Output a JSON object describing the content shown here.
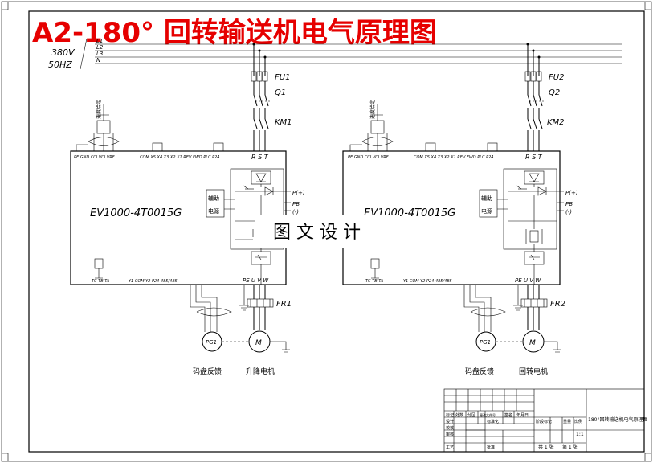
{
  "title": "A2-180° 回转输送机电气原理图",
  "supply": {
    "voltage": "380V",
    "frequency": "50HZ",
    "lines": [
      "L1",
      "L2",
      "L3",
      "N"
    ]
  },
  "watermark": "图 文 设 计",
  "left": {
    "fuse": "FU1",
    "breaker": "Q1",
    "contactor": "KM1",
    "inverter_model": "EV1000-4T0015G",
    "aux_power": [
      "辅助",
      "电源"
    ],
    "input_terminals": "R S T",
    "output_terminals": "PE U V W",
    "dc_terminals": [
      "P(+)",
      "PB",
      "(-)"
    ],
    "top_terminals": "COM X5 X4 X3 X2 X1 REV FWD PLC P24",
    "analog_terminals": "PE GND CCI VCI VRF",
    "pot_label": "速度给定",
    "relay": "FR1",
    "encoder": "PG1",
    "motor": "M",
    "encoder_label": "码盘反馈",
    "motor_label": "升降电机",
    "bottom_terminals": "Y1 COM Y2 P24 485/485",
    "relay_terminals": "TC TB TA"
  },
  "right": {
    "fuse": "FU2",
    "breaker": "Q2",
    "contactor": "KM2",
    "inverter_model": "EV1000-4T0015G",
    "aux_power": [
      "辅助",
      "电源"
    ],
    "input_terminals": "R S T",
    "output_terminals": "PE U V W",
    "dc_terminals": [
      "P(+)",
      "PB",
      "(-)"
    ],
    "top_terminals": "COM X5 X4 X3 X2 X1 REV FWD PLC P24",
    "analog_terminals": "PE GND CCI VCI VRF",
    "pot_label": "速度给定",
    "relay": "FR2",
    "encoder": "PG1",
    "motor": "M",
    "encoder_label": "码盘反馈",
    "motor_label": "回转电机",
    "bottom_terminals": "Y1 COM Y2 P24 485/485",
    "relay_terminals": "TC TB TA"
  },
  "title_block": {
    "drawing_name": "180°回转输送机电气原理图",
    "row_labels": [
      "标记",
      "设计",
      "校核",
      "审核",
      "工艺"
    ],
    "col_labels": [
      "处数",
      "分区",
      "更改文件号",
      "签名",
      "年月日"
    ],
    "standardization": "标准化",
    "approval": "批准",
    "stage_label": "阶段标记",
    "weight_label": "重量",
    "scale_label": "比例",
    "scale": "1:1",
    "sheets_total": "共 1 张",
    "sheet_no": "第 1 张"
  }
}
